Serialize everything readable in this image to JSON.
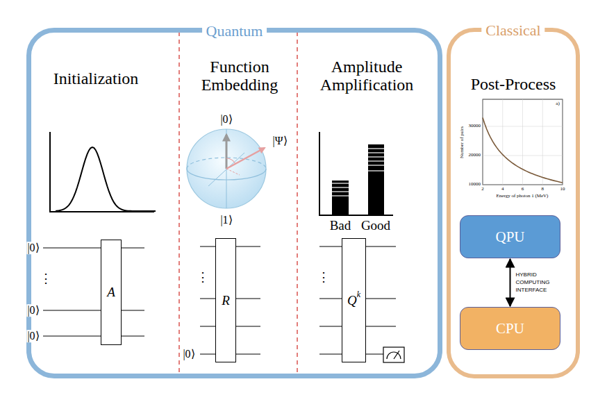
{
  "diagram": {
    "nodes": [
      {
        "text": [
          "Quantum"
        ]
      },
      {
        "text": [
          "A"
        ],
        "in": 0
      },
      {
        "text": [
          "R"
        ],
        "in": 0
      },
      {
        "text": [
          "Q",
          "k"
        ],
        "in": 0
      },
      {
        "text": [
          "Classical",
          "Post-Process"
        ]
      },
      {
        "text": [
          "QPU"
        ],
        "in": 4
      },
      {
        "text": [
          "CPU"
        ],
        "in": 4
      }
    ],
    "edges": [
      {
        "from": 5,
        "to": 6,
        "arrow": "both",
        "label": "HYBRID COMPUTING INTERFACE"
      }
    ],
    "labels": [
      "Initialization",
      "Function Embedding",
      "Amplitude Amplification",
      "|0⟩",
      "⋮",
      "|0⟩",
      "|0⟩",
      "|0⟩",
      "|Ψ⟩",
      "|1⟩",
      "⋮",
      "|0⟩",
      "Bad",
      "Good",
      "⋮",
      "a)",
      "2",
      "4",
      "6",
      "8",
      "10",
      "10000",
      "20000",
      "30000",
      "Number of pairs",
      "Energy of photon 1 (MeV)"
    ]
  }
}
